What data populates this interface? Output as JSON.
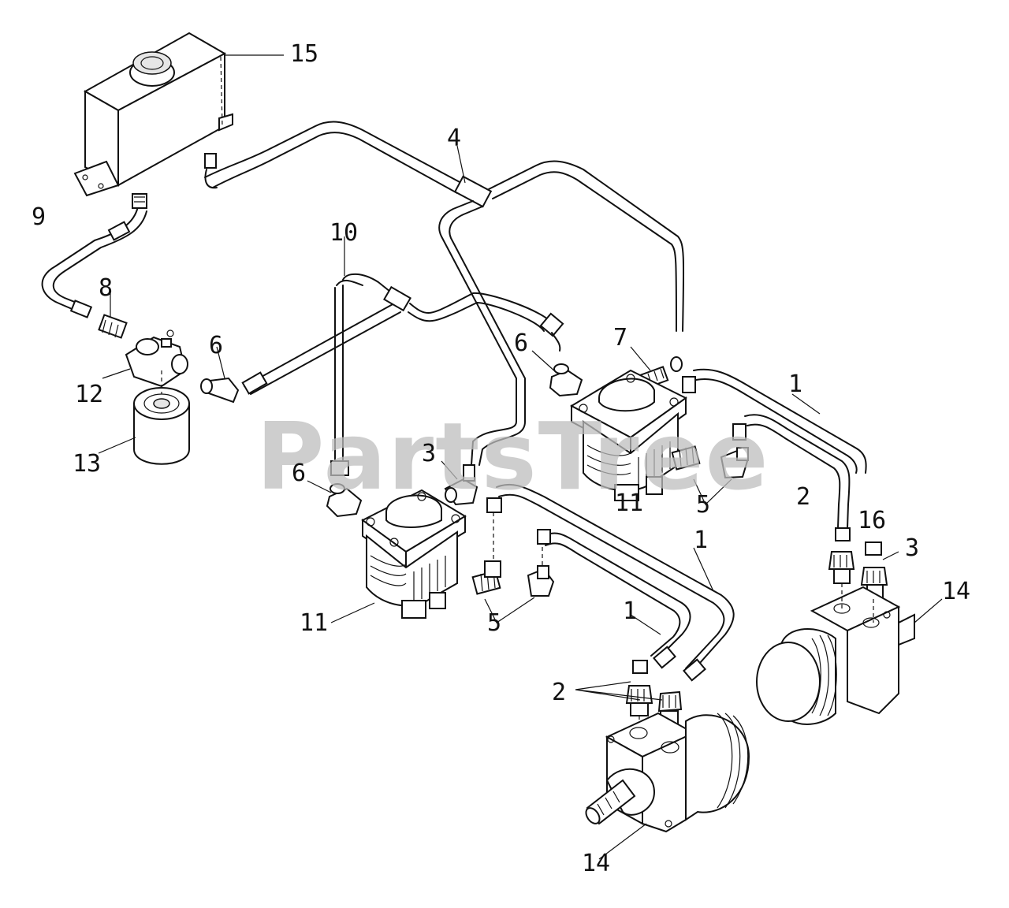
{
  "watermark": "PartsTree",
  "callouts": {
    "c15": "15",
    "c4": "4",
    "c9": "9",
    "c10": "10",
    "c8": "8",
    "c12": "12",
    "c13": "13",
    "c6a": "6",
    "c6b": "6",
    "c6c": "6",
    "c7": "7",
    "c1a": "1",
    "c1b": "1",
    "c1c": "1",
    "c3a": "3",
    "c3b": "3",
    "c5a": "5",
    "c5b": "5",
    "c2a": "2",
    "c2b": "2",
    "c11a": "11",
    "c11b": "11",
    "c14a": "14",
    "c14b": "14",
    "c16": "16"
  }
}
